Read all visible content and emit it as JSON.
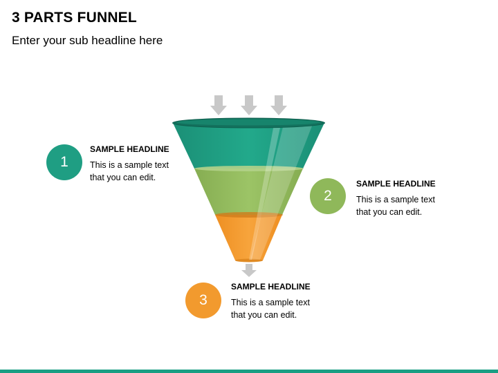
{
  "header": {
    "title": "3 PARTS FUNNEL",
    "subtitle": "Enter your sub headline here"
  },
  "colors": {
    "teal": "#1f9e83",
    "green": "#8fb85a",
    "orange": "#f29a2e",
    "arrow": "#c8c8c8",
    "bar": "#1a9e83"
  },
  "steps": [
    {
      "number": "1",
      "headline": "SAMPLE HEADLINE",
      "line1": "This is a sample text",
      "line2": "that you can edit."
    },
    {
      "number": "2",
      "headline": "SAMPLE HEADLINE",
      "line1": "This is a sample text",
      "line2": "that you can edit."
    },
    {
      "number": "3",
      "headline": "SAMPLE HEADLINE",
      "line1": "This is a sample text",
      "line2": "that you can edit."
    }
  ]
}
